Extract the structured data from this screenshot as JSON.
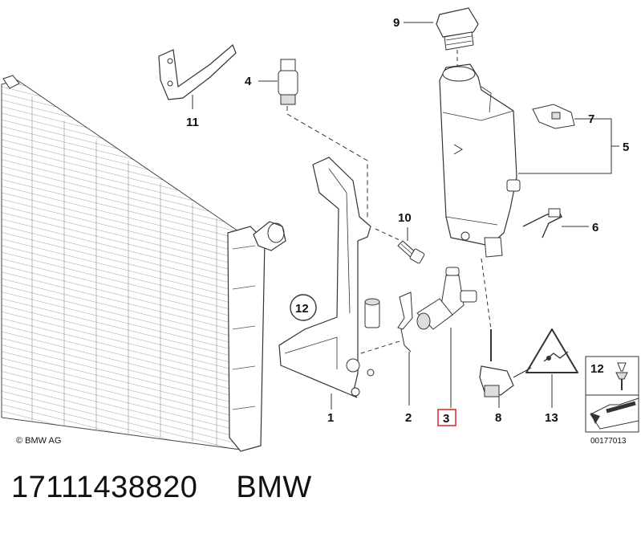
{
  "callouts": {
    "c1": "1",
    "c2": "2",
    "c3": "3",
    "c4": "4",
    "c5": "5",
    "c6": "6",
    "c7": "7",
    "c8": "8",
    "c9": "9",
    "c10": "10",
    "c11": "11",
    "c12": "12",
    "c13": "13"
  },
  "legend": {
    "label": "12",
    "image_id": "00177013"
  },
  "copyright": "© BMW AG",
  "part_number": "17111438820",
  "brand": "BMW",
  "colors": {
    "highlight": "#e03030",
    "line": "#333333"
  }
}
